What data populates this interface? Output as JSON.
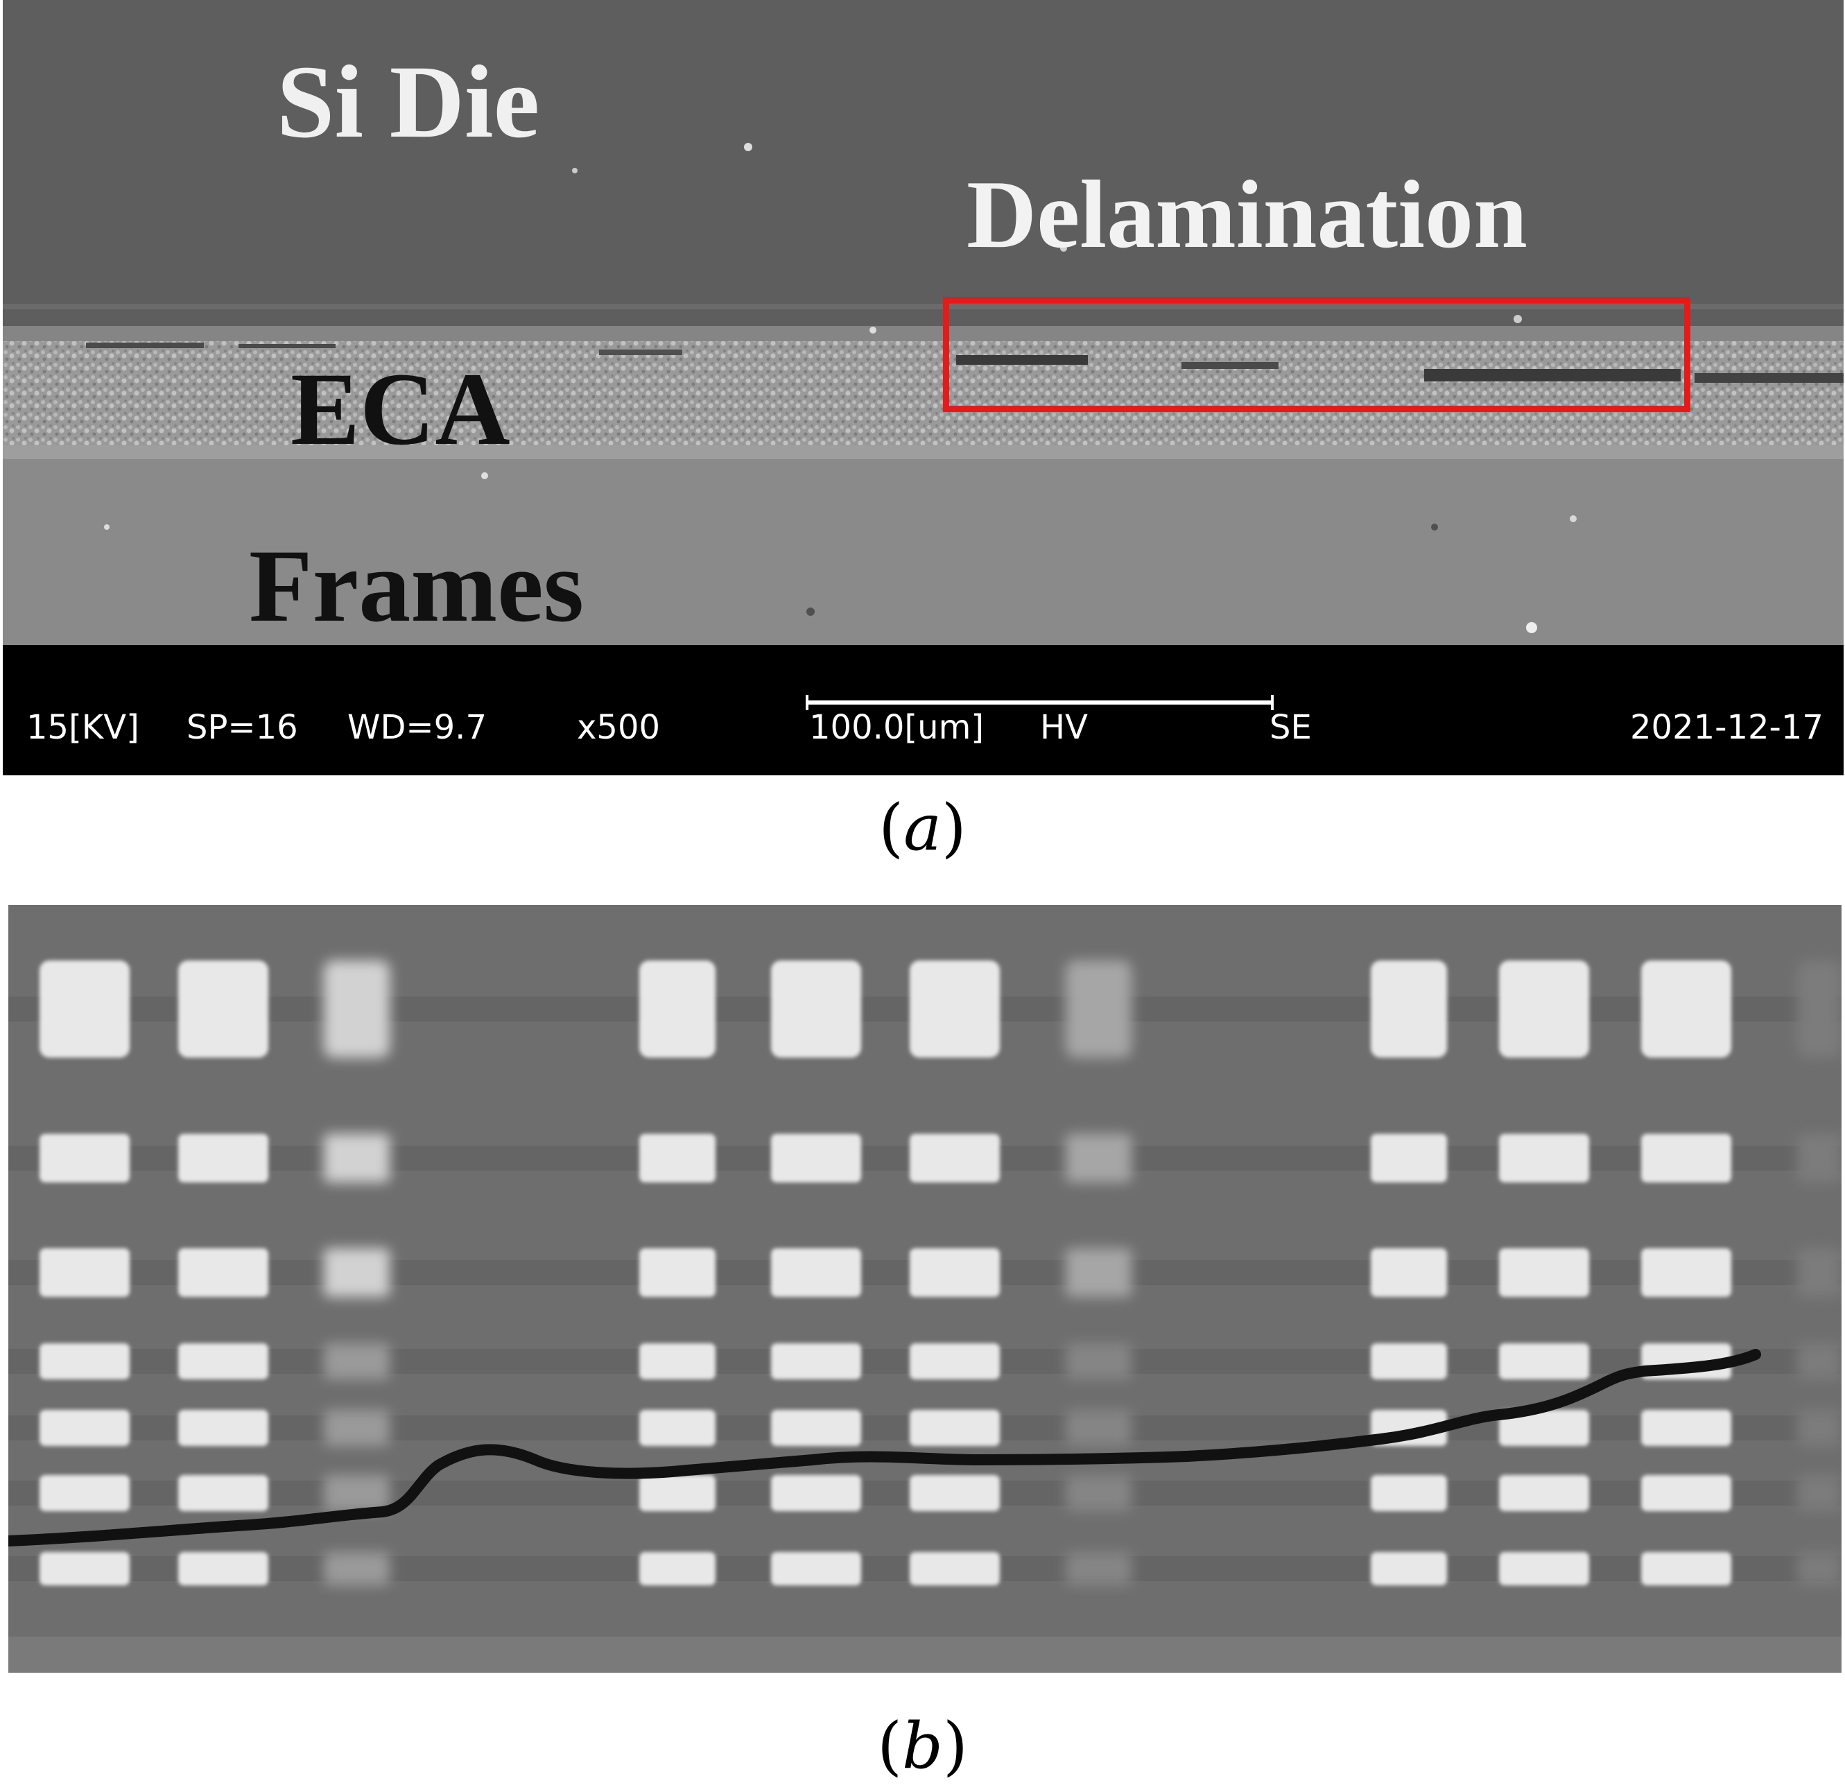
{
  "figure": {
    "panel_a": {
      "labels": {
        "si_die": "Si Die",
        "delamination": "Delamination",
        "eca": "ECA",
        "frames": "Frames"
      },
      "info_bar": {
        "voltage": "15[KV]",
        "spot": "SP=16",
        "working_distance": "WD=9.7",
        "magnification": "x500",
        "scale": "100.0[um]",
        "vacuum": "HV",
        "detector": "SE",
        "date": "2021-12-17"
      },
      "caption": "a",
      "highlight_color": "#e41b1b"
    },
    "panel_b": {
      "caption": "b"
    }
  }
}
